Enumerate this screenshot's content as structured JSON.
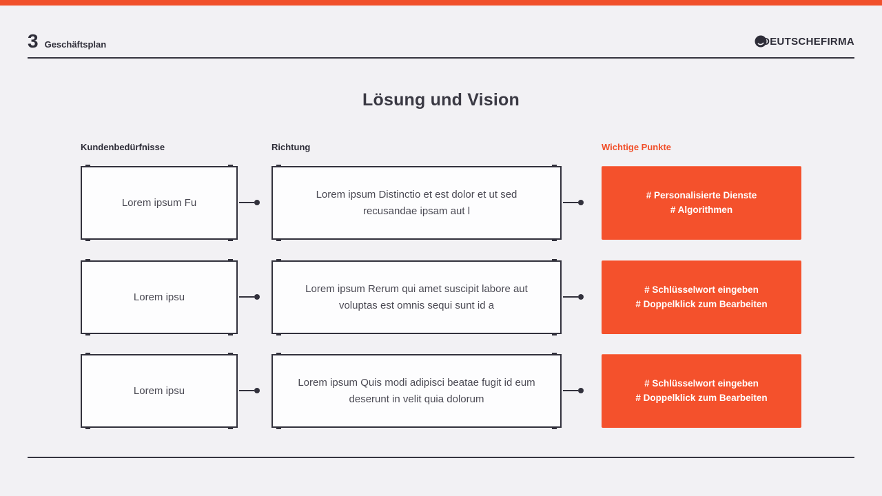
{
  "colors": {
    "accent": "#F1502B",
    "orange_box": "#F4512C",
    "background": "#F2F1F4",
    "ink": "#32313C"
  },
  "header": {
    "slide_number": "3",
    "section_label": "Geschäftsplan",
    "brand_name": "DEUTSCHEFIRMA"
  },
  "slide": {
    "title": "Lösung und Vision"
  },
  "columns": {
    "needs_label": "Kundenbedürfnisse",
    "direction_label": "Richtung",
    "points_label": "Wichtige Punkte"
  },
  "rows": [
    {
      "need": "Lorem ipsum Fu",
      "direction": "Lorem ipsum Distinctio et est dolor et ut sed recusandae ipsam aut l",
      "points": [
        "# Personalisierte Dienste",
        "# Algorithmen"
      ]
    },
    {
      "need": "Lorem ipsu",
      "direction": "Lorem ipsum Rerum qui amet suscipit labore aut voluptas est omnis sequi sunt id a",
      "points": [
        "# Schlüsselwort eingeben",
        "# Doppelklick zum Bearbeiten"
      ]
    },
    {
      "need": "Lorem ipsu",
      "direction": "Lorem ipsum Quis modi adipisci beatae fugit id eum deserunt in velit quia dolorum",
      "points": [
        "# Schlüsselwort eingeben",
        "# Doppelklick zum Bearbeiten"
      ]
    }
  ]
}
